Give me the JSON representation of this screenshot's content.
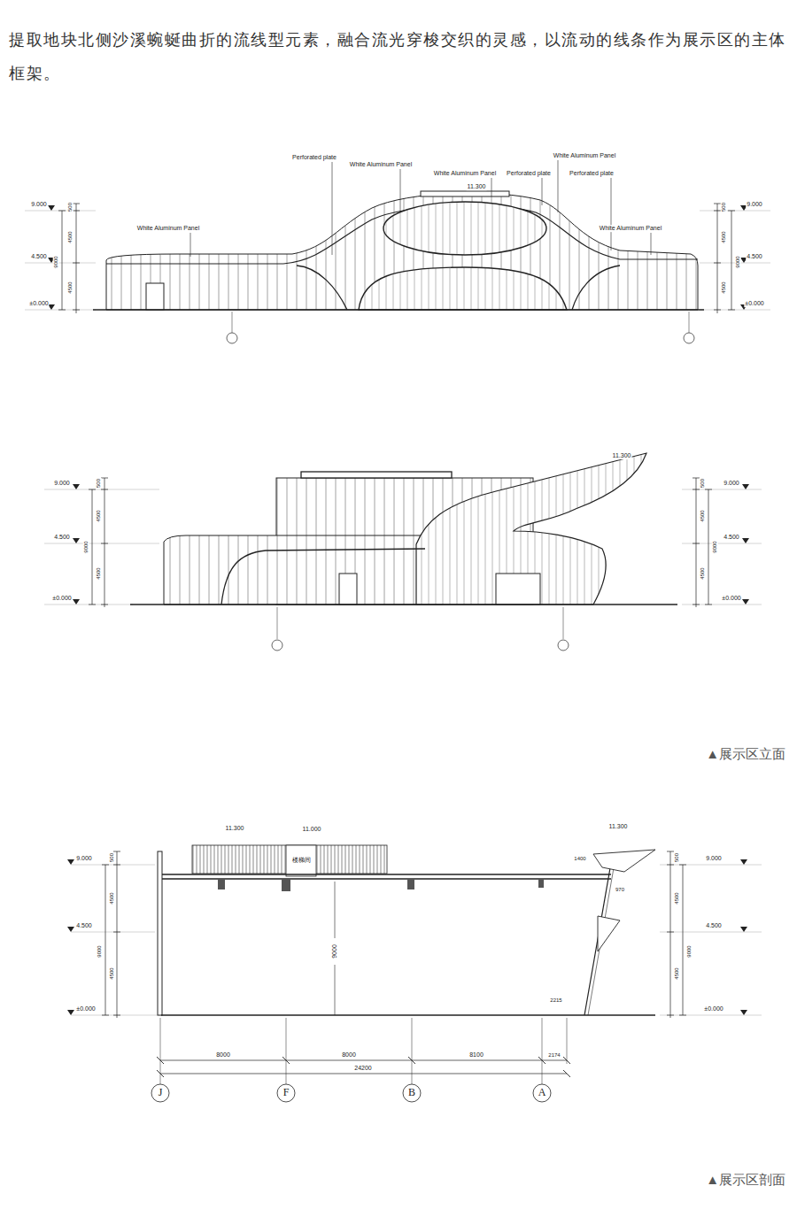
{
  "diagram": {
    "labels": [
      "提取地块北侧沙溪蜿蜒曲折的流线型元素，融合流光穿梭交织的灵感，以流动的线条作为展示区的主体框架。",
      "Perforated plate",
      "White Aluminum Panel",
      "White Aluminum Panel",
      "Perforated plate",
      "White Aluminum Panel",
      "Perforated plate",
      "11.300",
      "White Aluminum Panel",
      "White Aluminum Panel",
      "9.000",
      "4.500",
      "±0.000",
      "500",
      "4500",
      "9000",
      "4500",
      "9.000",
      "4.500",
      "±0.000",
      "500",
      "4500",
      "9000",
      "4500",
      "11.300",
      "9.000",
      "4.500",
      "±0.000",
      "500",
      "4500",
      "9000",
      "4500",
      "9.000",
      "4.500",
      "±0.000",
      "500",
      "4500",
      "9000",
      "4500",
      "▲展示区立面",
      "11.300",
      "11.000",
      "楼梯间",
      "11.300",
      "9.000",
      "4.500",
      "±0.000",
      "500",
      "4500",
      "9000",
      "4500",
      "9.000",
      "4.500",
      "±0.000",
      "500",
      "4500",
      "9000",
      "4500",
      "9000",
      "1400",
      "970",
      "2215",
      "8000",
      "8000",
      "8100",
      "2174",
      "24200",
      "J",
      "F",
      "B",
      "A",
      "▲展示区剖面"
    ]
  }
}
